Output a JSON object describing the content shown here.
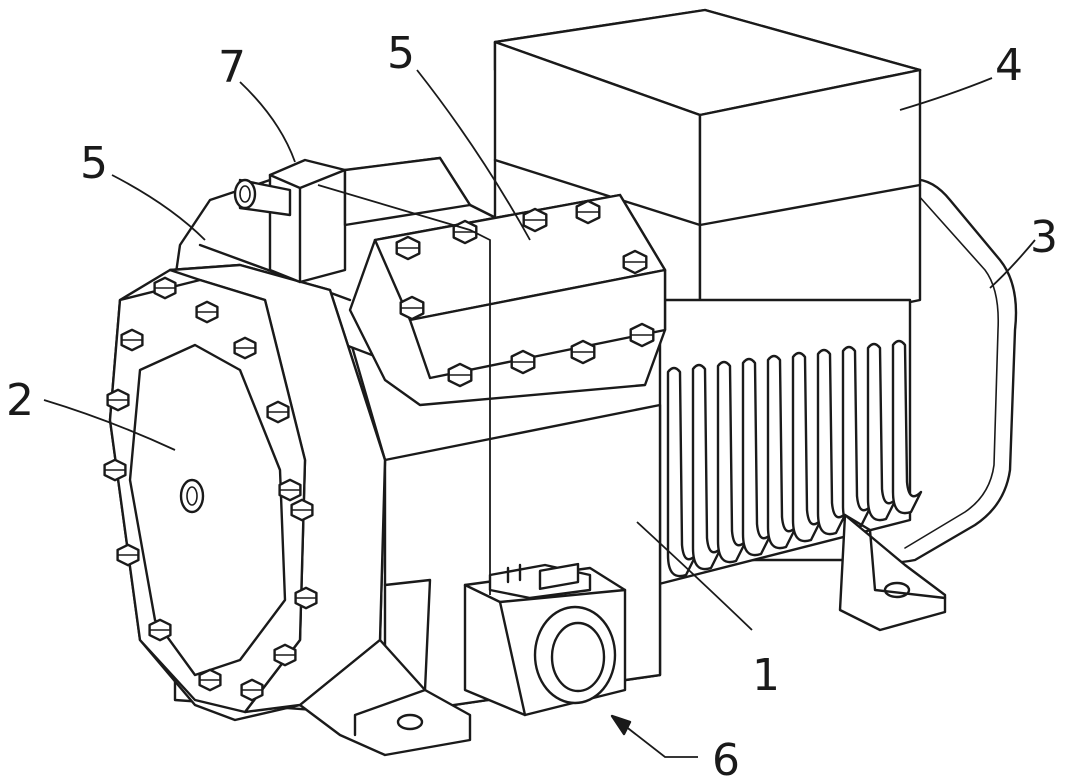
{
  "figure": {
    "callouts": [
      {
        "id": "c1",
        "text": "1"
      },
      {
        "id": "c2",
        "text": "2"
      },
      {
        "id": "c3",
        "text": "3"
      },
      {
        "id": "c4",
        "text": "4"
      },
      {
        "id": "c5a",
        "text": "5"
      },
      {
        "id": "c5b",
        "text": "5"
      },
      {
        "id": "c6",
        "text": "6"
      },
      {
        "id": "c7",
        "text": "7"
      }
    ]
  }
}
